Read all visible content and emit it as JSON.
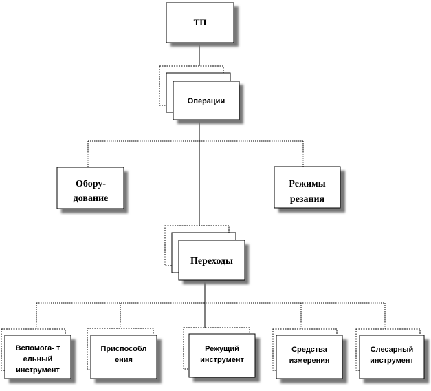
{
  "diagram": {
    "root": {
      "label": "ТП"
    },
    "operations": {
      "label": "Операции"
    },
    "equipment": {
      "label_lines": [
        "Обору-",
        "дование"
      ]
    },
    "cutting_modes": {
      "label_lines": [
        "Режимы",
        "резания"
      ]
    },
    "transitions": {
      "label": "Переходы"
    },
    "leaves": [
      {
        "id": "auxiliary-tool",
        "label_lines": [
          "Вспомога- т",
          "ельный",
          "инструмент"
        ]
      },
      {
        "id": "fixtures",
        "label_lines": [
          "Приспособл",
          "ения"
        ]
      },
      {
        "id": "cutting-tool",
        "label_lines": [
          "Режущий",
          "инструмент"
        ]
      },
      {
        "id": "measuring-tools",
        "label_lines": [
          "Средства",
          "измерения"
        ]
      },
      {
        "id": "locksmith-tool",
        "label_lines": [
          "Слесарный",
          "инструмент"
        ]
      }
    ]
  }
}
